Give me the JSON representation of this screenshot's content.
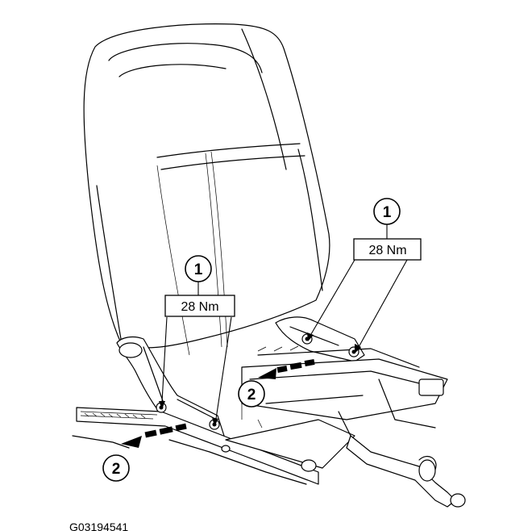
{
  "figure_id": "G03194541",
  "callouts": [
    {
      "number": "1",
      "torque": "28 Nm"
    },
    {
      "number": "1",
      "torque": "28 Nm"
    },
    {
      "number": "2"
    },
    {
      "number": "2"
    }
  ],
  "icons": {
    "seat": "seat-backrest-illustration",
    "arrow": "dashed-direction-arrow",
    "bolt": "bolt-head"
  }
}
